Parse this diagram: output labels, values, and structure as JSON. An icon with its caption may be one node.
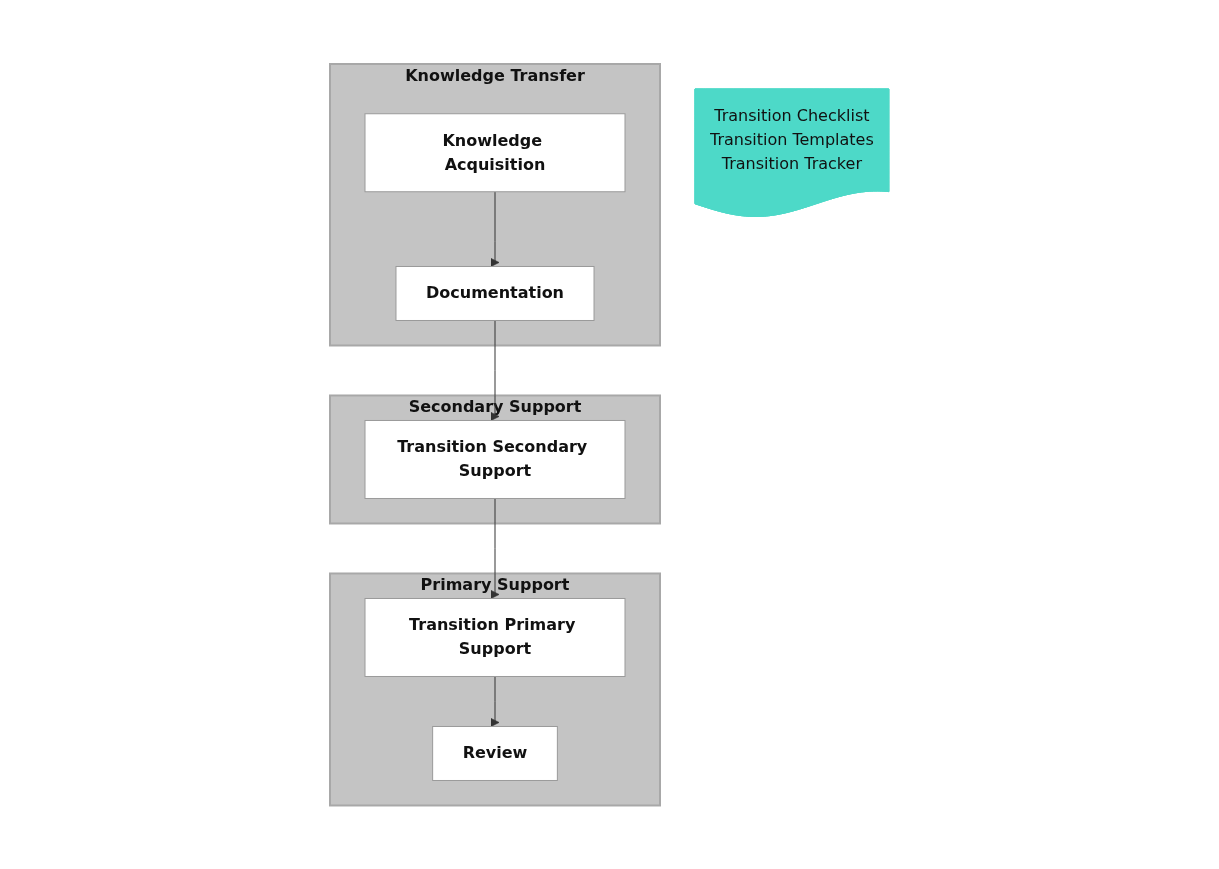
{
  "diagram": {
    "nodes": [
      {
        "text": [
          "Knowledge Transfer"
        ]
      },
      {
        "text": [
          "Knowledge Acquisition"
        ],
        "in": 0
      },
      {
        "text": [
          "Documentation"
        ],
        "in": 0
      },
      {
        "text": [
          "Secondary Support"
        ]
      },
      {
        "text": [
          "Transition Secondary Support"
        ],
        "in": 3
      },
      {
        "text": [
          "Primary Support"
        ]
      },
      {
        "text": [
          "Transition Primary Support"
        ],
        "in": 5
      },
      {
        "text": [
          "Review"
        ],
        "in": 5
      },
      {
        "text": [
          "Transition Checklist",
          "Transition Templates",
          "Transition Tracker"
        ]
      }
    ],
    "edges": [
      {
        "from": 1,
        "to": 2,
        "arrow": "to"
      },
      {
        "from": 2,
        "to": 4,
        "arrow": "to"
      },
      {
        "from": 4,
        "to": 6,
        "arrow": "to"
      },
      {
        "from": 6,
        "to": 7,
        "arrow": "to"
      }
    ]
  }
}
